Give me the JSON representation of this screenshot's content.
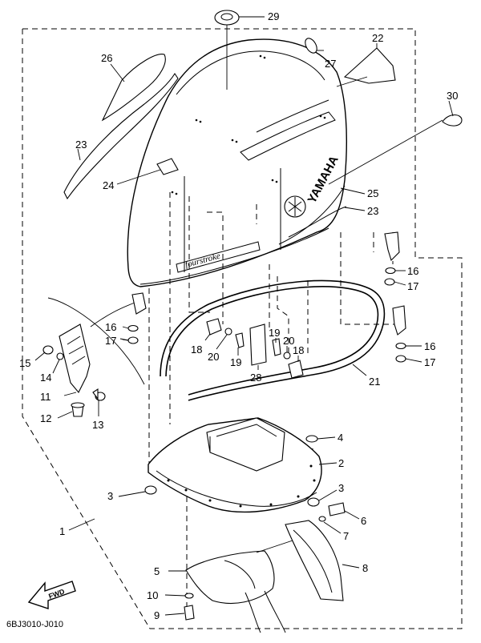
{
  "labels": [
    {
      "id": "29",
      "text": "29"
    },
    {
      "id": "22",
      "text": "22"
    },
    {
      "id": "26",
      "text": "26"
    },
    {
      "id": "27",
      "text": "27"
    },
    {
      "id": "30",
      "text": "30"
    },
    {
      "id": "23a",
      "text": "23"
    },
    {
      "id": "24",
      "text": "24"
    },
    {
      "id": "25",
      "text": "25"
    },
    {
      "id": "23b",
      "text": "23"
    },
    {
      "id": "16a",
      "text": "16"
    },
    {
      "id": "17a",
      "text": "17"
    },
    {
      "id": "16b",
      "text": "16"
    },
    {
      "id": "17b",
      "text": "17"
    },
    {
      "id": "15",
      "text": "15"
    },
    {
      "id": "14",
      "text": "14"
    },
    {
      "id": "11",
      "text": "11"
    },
    {
      "id": "12",
      "text": "12"
    },
    {
      "id": "13",
      "text": "13"
    },
    {
      "id": "18a",
      "text": "18"
    },
    {
      "id": "20a",
      "text": "20"
    },
    {
      "id": "19a",
      "text": "19"
    },
    {
      "id": "28",
      "text": "28"
    },
    {
      "id": "19b",
      "text": "19"
    },
    {
      "id": "20b",
      "text": "20"
    },
    {
      "id": "18b",
      "text": "18"
    },
    {
      "id": "16c",
      "text": "16"
    },
    {
      "id": "17c",
      "text": "17"
    },
    {
      "id": "21",
      "text": "21"
    },
    {
      "id": "4",
      "text": "4"
    },
    {
      "id": "2",
      "text": "2"
    },
    {
      "id": "3a",
      "text": "3"
    },
    {
      "id": "3b",
      "text": "3"
    },
    {
      "id": "6",
      "text": "6"
    },
    {
      "id": "7",
      "text": "7"
    },
    {
      "id": "1",
      "text": "1"
    },
    {
      "id": "8",
      "text": "8"
    },
    {
      "id": "5",
      "text": "5"
    },
    {
      "id": "10",
      "text": "10"
    },
    {
      "id": "9",
      "text": "9"
    }
  ],
  "brand_text": "YAMAHA",
  "script_text": "fourstroke",
  "fwd_text": "FWD",
  "diagram_code": "6BJ3010-J010"
}
